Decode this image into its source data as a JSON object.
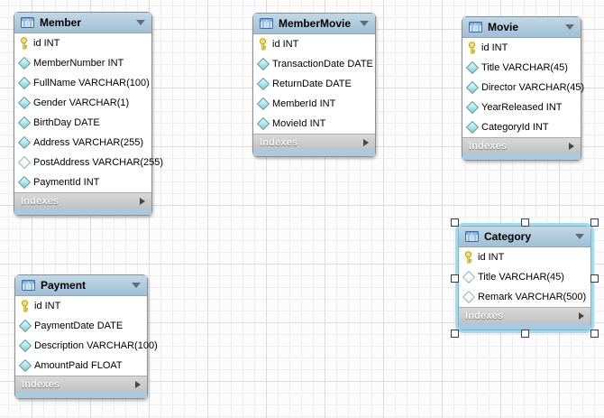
{
  "ui": {
    "indexes_label": "Indexes"
  },
  "icons": {
    "table": "mini-table-grid",
    "collapse_arrow": "▼",
    "indexes_expand": "▶",
    "primary_key": "gold-key",
    "not_null_column": "filled-cyan-diamond",
    "nullable_column": "hollow-diamond"
  },
  "colors": {
    "table_header_blue": "#aac6da",
    "indexes_bar_gray": "#c9c9c9",
    "footer_strip_blue": "#a9c9df",
    "selection_highlight_cyan": "#a4dbec",
    "primary_key_gold": "#f2d64b",
    "column_diamond_cyan": "#9fe4ea",
    "grid_minor": "#efefef",
    "grid_major": "#dcdcdc"
  },
  "tables": [
    {
      "name": "Member",
      "selected": false,
      "columns": [
        {
          "icon": "primary-key",
          "text": "id INT"
        },
        {
          "icon": "not-null-diamond",
          "text": "MemberNumber INT"
        },
        {
          "icon": "not-null-diamond",
          "text": "FullName VARCHAR(100)"
        },
        {
          "icon": "not-null-diamond",
          "text": "Gender VARCHAR(1)"
        },
        {
          "icon": "not-null-diamond",
          "text": "BirthDay DATE"
        },
        {
          "icon": "not-null-diamond",
          "text": "Address VARCHAR(255)"
        },
        {
          "icon": "nullable-diamond",
          "text": "PostAddress VARCHAR(255)"
        },
        {
          "icon": "not-null-diamond",
          "text": "PaymentId INT"
        }
      ]
    },
    {
      "name": "MemberMovie",
      "selected": false,
      "columns": [
        {
          "icon": "primary-key",
          "text": "id INT"
        },
        {
          "icon": "not-null-diamond",
          "text": "TransactionDate DATE"
        },
        {
          "icon": "not-null-diamond",
          "text": "ReturnDate DATE"
        },
        {
          "icon": "not-null-diamond",
          "text": "MemberId INT"
        },
        {
          "icon": "not-null-diamond",
          "text": "MovieId INT"
        }
      ]
    },
    {
      "name": "Movie",
      "selected": false,
      "columns": [
        {
          "icon": "primary-key",
          "text": "id INT"
        },
        {
          "icon": "not-null-diamond",
          "text": "Title VARCHAR(45)"
        },
        {
          "icon": "not-null-diamond",
          "text": "Director VARCHAR(45)"
        },
        {
          "icon": "not-null-diamond",
          "text": "YearReleased INT"
        },
        {
          "icon": "not-null-diamond",
          "text": "CategoryId INT"
        }
      ]
    },
    {
      "name": "Category",
      "selected": true,
      "columns": [
        {
          "icon": "primary-key",
          "text": "id INT"
        },
        {
          "icon": "nullable-diamond",
          "text": "Title VARCHAR(45)"
        },
        {
          "icon": "nullable-diamond",
          "text": "Remark VARCHAR(500)"
        }
      ]
    },
    {
      "name": "Payment",
      "selected": false,
      "columns": [
        {
          "icon": "primary-key",
          "text": "id INT"
        },
        {
          "icon": "not-null-diamond",
          "text": "PaymentDate DATE"
        },
        {
          "icon": "not-null-diamond",
          "text": "Description VARCHAR(100)"
        },
        {
          "icon": "not-null-diamond",
          "text": "AmountPaid FLOAT"
        }
      ]
    }
  ]
}
